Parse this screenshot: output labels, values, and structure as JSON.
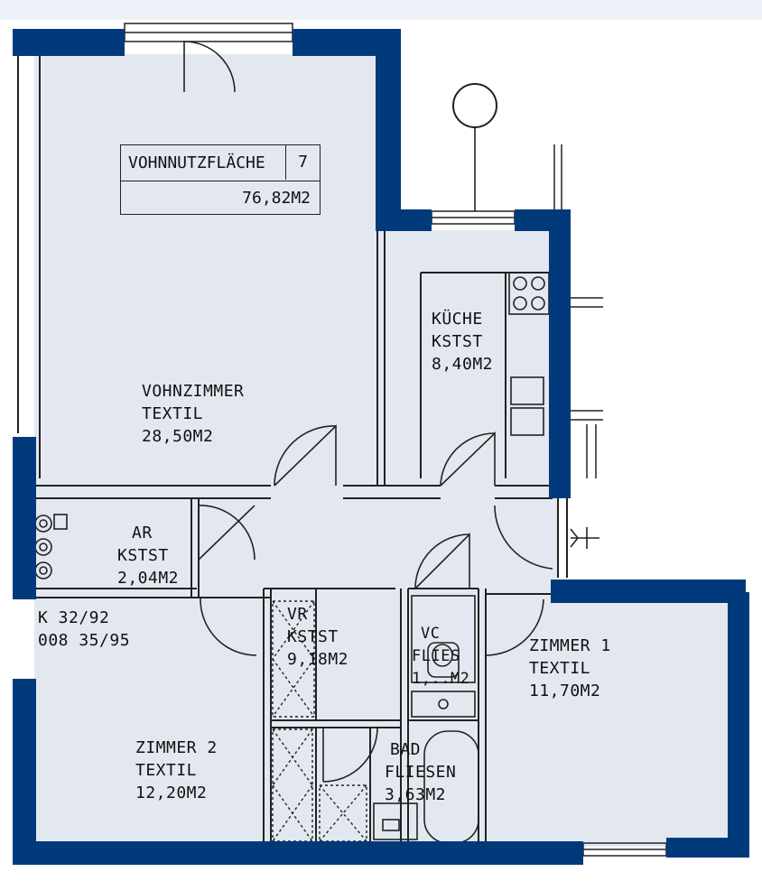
{
  "colors": {
    "wall": "#003a7a",
    "floor": "#e3e8f0",
    "line": "#222222"
  },
  "unit_box": {
    "title": "VOHNNUTZFLÄCHE",
    "number": "7",
    "area": "76,82M2"
  },
  "rooms": {
    "wohnzimmer": {
      "name": "VOHNZIMMER",
      "floor": "TEXTIL",
      "area": "28,50M2"
    },
    "kueche": {
      "name": "KÜCHE",
      "floor": "KSTST",
      "area": "8,40M2"
    },
    "ar": {
      "name": "AR",
      "floor": "KSTST",
      "area": "2,04M2"
    },
    "vr": {
      "name": "VR",
      "floor": "KSTST",
      "area": "9,18M2"
    },
    "wc": {
      "name": "VC",
      "floor": "FLIES",
      "area": "1,..M2"
    },
    "bad": {
      "name": "BAD",
      "floor": "FLIESEN",
      "area": "3,63M2"
    },
    "zimmer1": {
      "name": "ZIMMER 1",
      "floor": "TEXTIL",
      "area": "11,70M2"
    },
    "zimmer2": {
      "name": "ZIMMER 2",
      "floor": "TEXTIL",
      "area": "12,20M2"
    }
  },
  "notes": {
    "line1": "K 32/92",
    "line2": "008 35/95"
  }
}
